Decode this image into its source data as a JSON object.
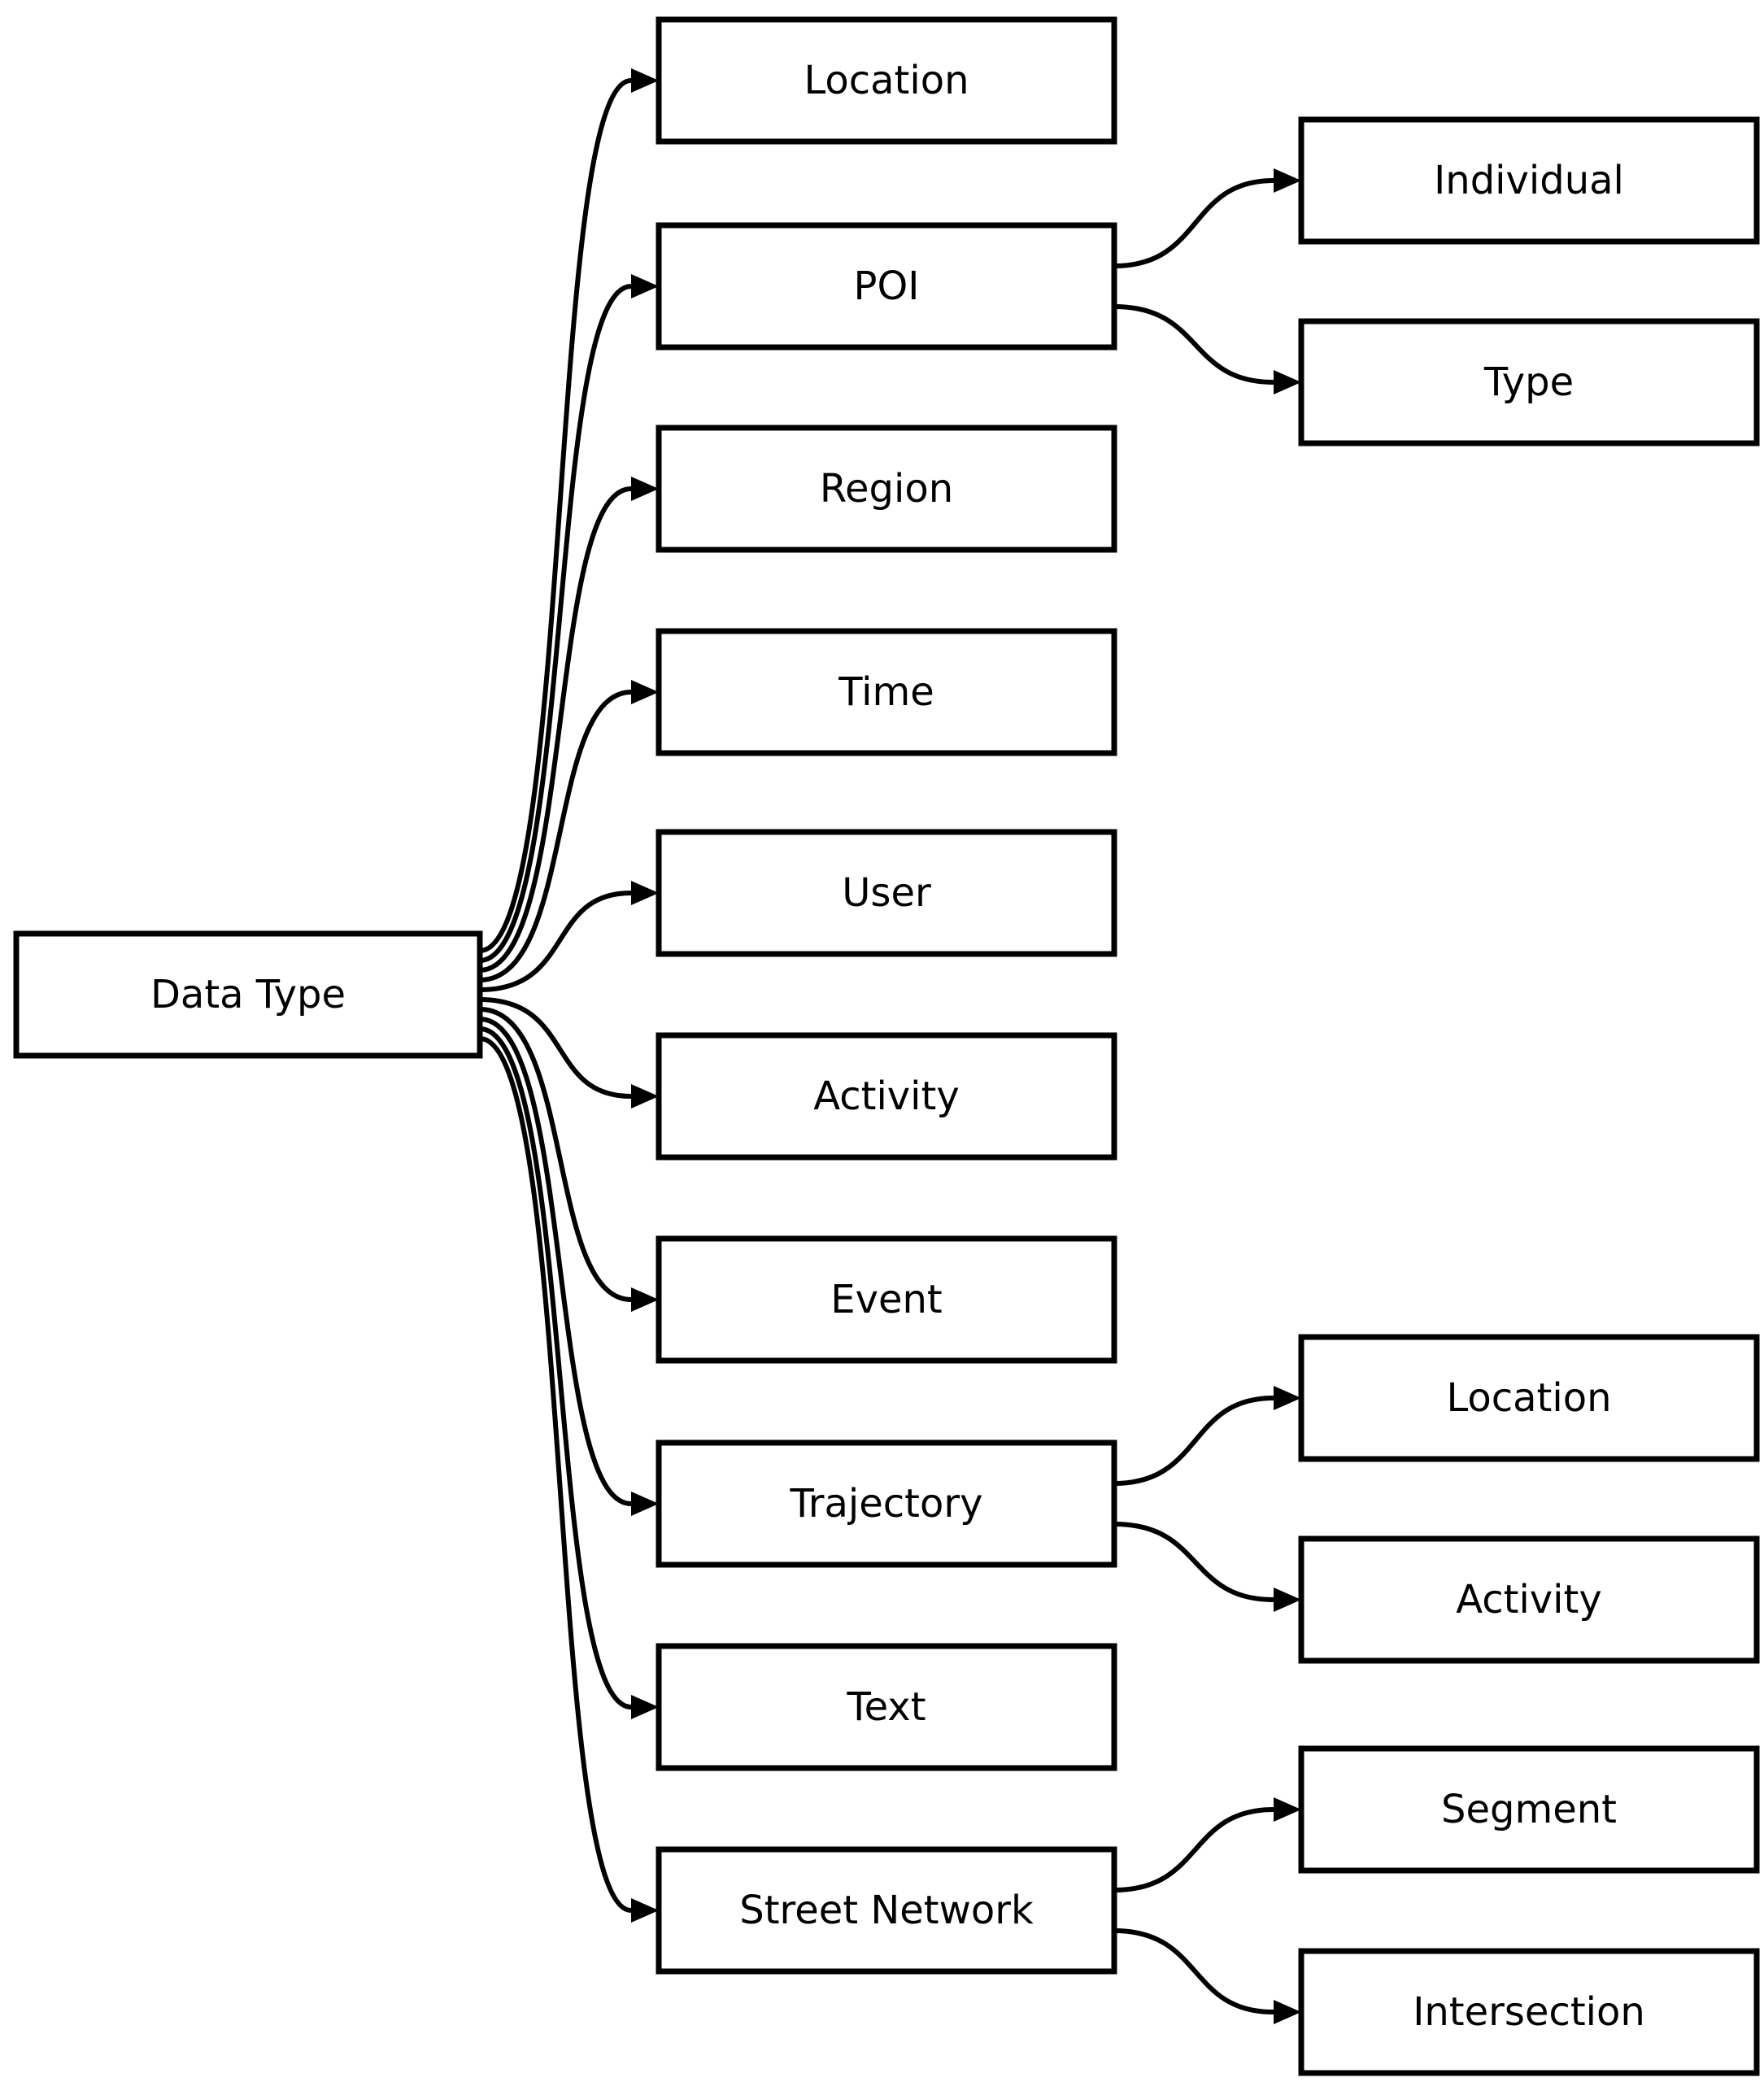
{
  "diagram": {
    "nodes": {
      "data_type": {
        "label": "Data Type"
      },
      "location": {
        "label": "Location"
      },
      "poi": {
        "label": "POI"
      },
      "region": {
        "label": "Region"
      },
      "time": {
        "label": "Time"
      },
      "user": {
        "label": "User"
      },
      "activity": {
        "label": "Activity"
      },
      "event": {
        "label": "Event"
      },
      "trajectory": {
        "label": "Trajectory"
      },
      "text": {
        "label": "Text"
      },
      "street_network": {
        "label": "Street Network"
      },
      "poi_individual": {
        "label": "Individual"
      },
      "poi_type": {
        "label": "Type"
      },
      "trajectory_location": {
        "label": "Location"
      },
      "trajectory_activity": {
        "label": "Activity"
      },
      "street_network_segment": {
        "label": "Segment"
      },
      "street_network_intersection": {
        "label": "Intersection"
      }
    },
    "edges": [
      {
        "from": "data_type",
        "to": "location"
      },
      {
        "from": "data_type",
        "to": "poi"
      },
      {
        "from": "data_type",
        "to": "region"
      },
      {
        "from": "data_type",
        "to": "time"
      },
      {
        "from": "data_type",
        "to": "user"
      },
      {
        "from": "data_type",
        "to": "activity"
      },
      {
        "from": "data_type",
        "to": "event"
      },
      {
        "from": "data_type",
        "to": "trajectory"
      },
      {
        "from": "data_type",
        "to": "text"
      },
      {
        "from": "data_type",
        "to": "street_network"
      },
      {
        "from": "poi",
        "to": "poi_individual"
      },
      {
        "from": "poi",
        "to": "poi_type"
      },
      {
        "from": "trajectory",
        "to": "trajectory_location"
      },
      {
        "from": "trajectory",
        "to": "trajectory_activity"
      },
      {
        "from": "street_network",
        "to": "street_network_segment"
      },
      {
        "from": "street_network",
        "to": "street_network_intersection"
      }
    ],
    "colors": {
      "background": "#ffffff",
      "box_fill": "#ffffff",
      "box_border": "#000000",
      "edge": "#000000",
      "text": "#000000"
    }
  }
}
